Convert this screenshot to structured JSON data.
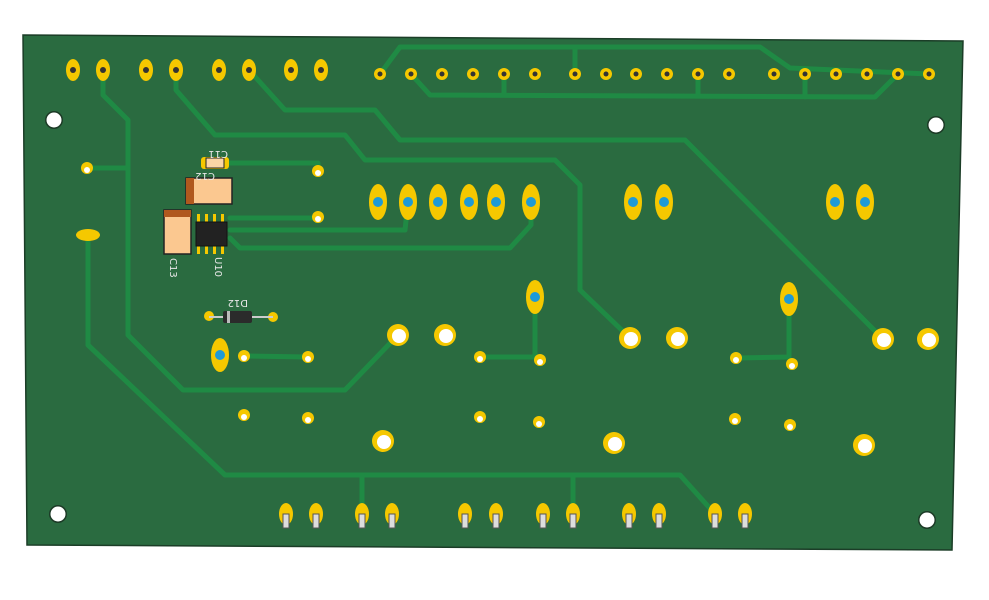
{
  "board": {
    "colors": {
      "board": "#2a6b40",
      "trace": "#1f8a44",
      "pad": "#f5c800",
      "drill": "#1e9ad6",
      "hole": "#ffffff"
    },
    "silkscreen": {
      "c11": "C11",
      "c12": "C12",
      "c13": "C13",
      "u10": "U10",
      "d12": "D12"
    }
  }
}
